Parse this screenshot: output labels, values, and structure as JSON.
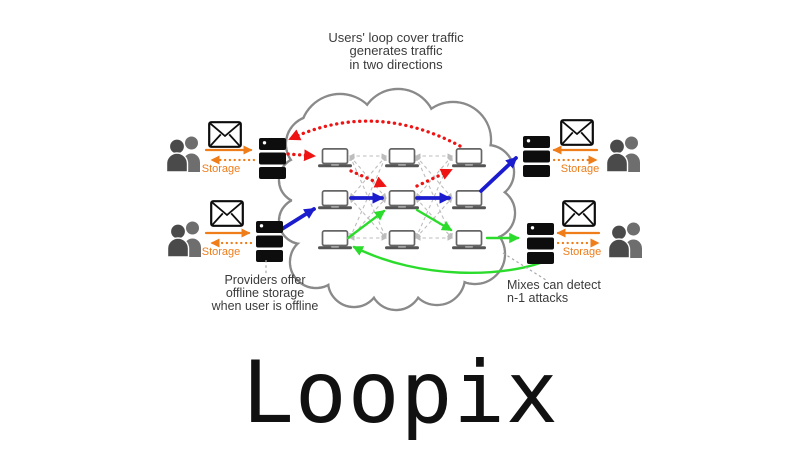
{
  "diagram": {
    "title": "Loopix",
    "top_note": [
      "Users' loop cover traffic",
      "generates traffic",
      "in two directions"
    ],
    "provider_note": [
      "Providers offer",
      "offline storage",
      "when user is offline"
    ],
    "mix_note": [
      "Mixes can detect",
      "n-1 attacks"
    ],
    "storage_label": "Storage"
  },
  "colors": {
    "red": "#ee1414",
    "blue": "#1c1ccf",
    "green": "#2cdc2c",
    "orange": "#ee7d1a",
    "cloud": "#8a8a8a",
    "mesh": "#bdbdbd",
    "leader": "#a8a8a8",
    "text": "#3b3b3b",
    "title_ink": "#111111",
    "ink": "#0d0d0d",
    "icon_front": "#4a4a4a",
    "icon_back": "#6e6e6e",
    "laptop_frame": "#666666",
    "laptop_base": "#555555"
  }
}
